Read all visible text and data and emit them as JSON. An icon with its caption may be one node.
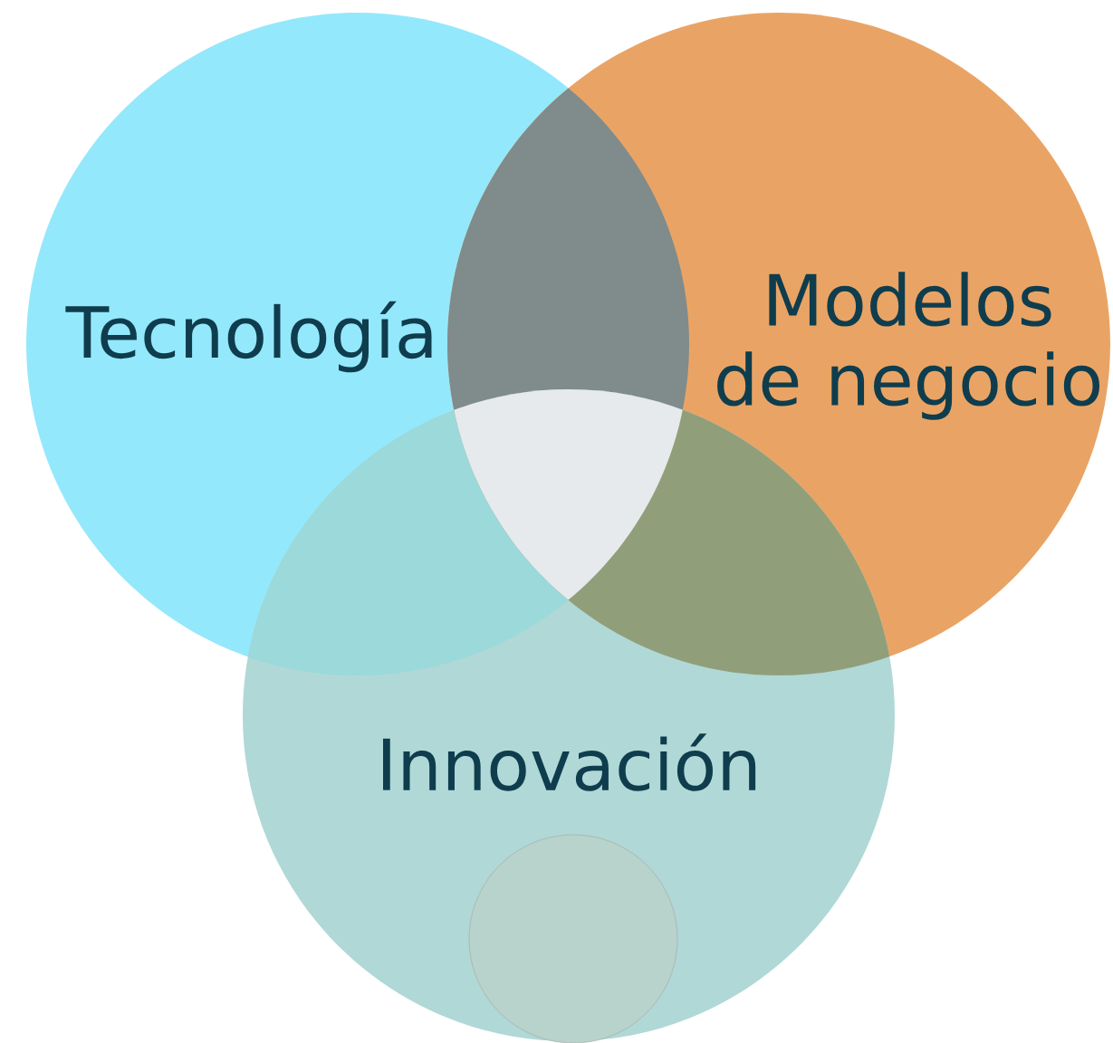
{
  "diagram": {
    "nodes": [
      {
        "text": [
          "Tecnología"
        ]
      },
      {
        "text": [
          "Modelos de negocio"
        ]
      },
      {
        "text": [
          "Innovación"
        ]
      },
      {
        "text": [],
        "shape": "circle",
        "in": 2
      }
    ]
  }
}
